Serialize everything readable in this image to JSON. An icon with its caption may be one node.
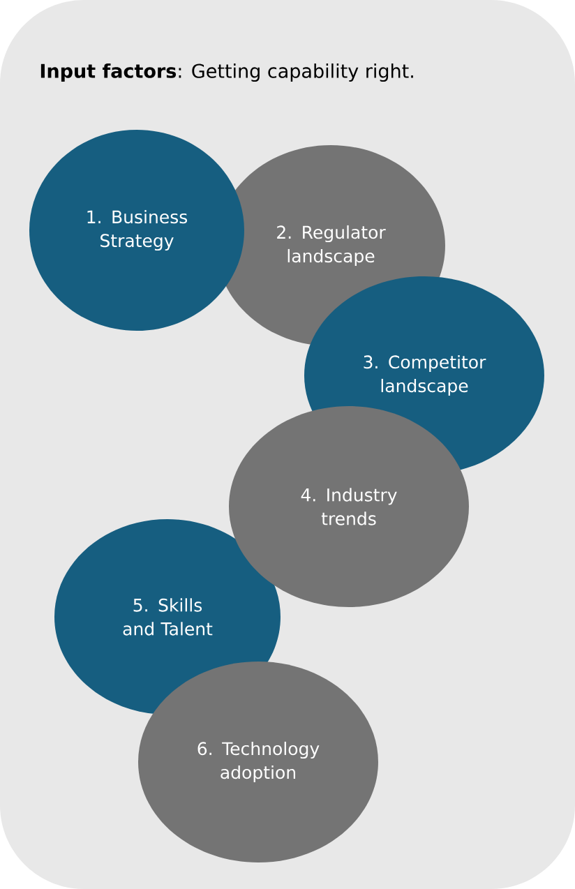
{
  "diagram": {
    "title": "**Input factors**: Getting capability right.",
    "nodes": [
      {
        "text": [
          "1. Business Strategy"
        ]
      },
      {
        "text": [
          "2. Regulator landscape"
        ]
      },
      {
        "text": [
          "3. Competitor landscape"
        ]
      },
      {
        "text": [
          "4. Industry trends"
        ]
      },
      {
        "text": [
          "5. Skills and Talent"
        ]
      },
      {
        "text": [
          "6. Technology adoption"
        ]
      }
    ]
  }
}
